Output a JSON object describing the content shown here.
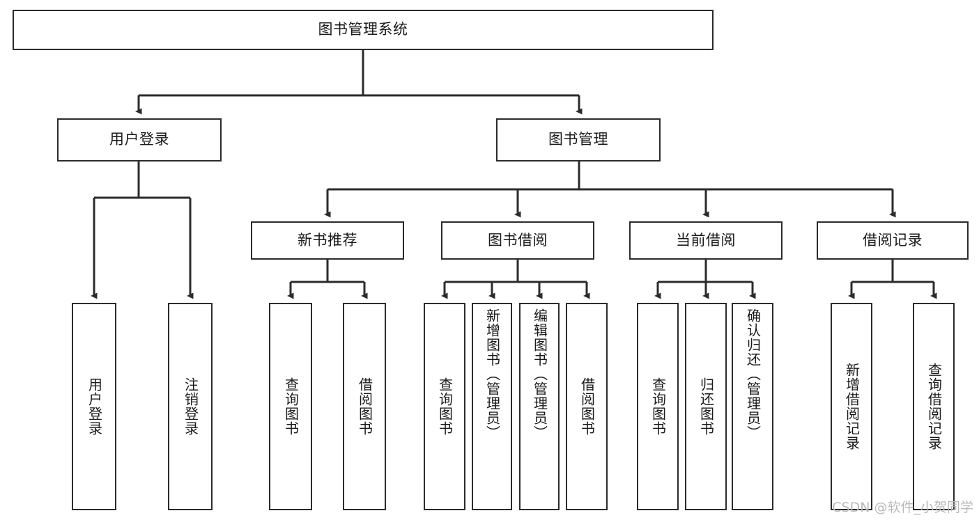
{
  "diagram": {
    "title": "图书管理系统",
    "type": "tree-hierarchy-chart",
    "line_color": "#2b2b2b",
    "background_color": "#ffffff",
    "root": {
      "id": "root",
      "label": "图书管理系统",
      "orientation": "horizontal"
    },
    "level2": [
      {
        "id": "user-login",
        "label": "用户登录",
        "orientation": "horizontal"
      },
      {
        "id": "book-manage",
        "label": "图书管理",
        "orientation": "horizontal"
      }
    ],
    "level3": [
      {
        "id": "new-book-rec",
        "label": "新书推荐",
        "orientation": "horizontal",
        "parent": "book-manage"
      },
      {
        "id": "book-borrow",
        "label": "图书借阅",
        "orientation": "horizontal",
        "parent": "book-manage"
      },
      {
        "id": "current-borrow",
        "label": "当前借阅",
        "orientation": "horizontal",
        "parent": "book-manage"
      },
      {
        "id": "borrow-record",
        "label": "借阅记录",
        "orientation": "horizontal",
        "parent": "book-manage"
      }
    ],
    "leaves": [
      {
        "id": "leaf-user-login",
        "label": "用户登录",
        "parent": "user-login"
      },
      {
        "id": "leaf-logout",
        "label": "注销登录",
        "parent": "user-login"
      },
      {
        "id": "leaf-query-book-rec",
        "label": "查询图书",
        "parent": "new-book-rec"
      },
      {
        "id": "leaf-borrow-book-rec",
        "label": "借阅图书",
        "parent": "new-book-rec"
      },
      {
        "id": "leaf-query-book-borrow",
        "label": "查询图书",
        "parent": "book-borrow"
      },
      {
        "id": "leaf-add-book",
        "label": "新增图书（管理员）",
        "parent": "book-borrow"
      },
      {
        "id": "leaf-edit-book",
        "label": "编辑图书（管理员）",
        "parent": "book-borrow"
      },
      {
        "id": "leaf-borrow-book",
        "label": "借阅图书",
        "parent": "book-borrow"
      },
      {
        "id": "leaf-query-book-current",
        "label": "查询图书",
        "parent": "current-borrow"
      },
      {
        "id": "leaf-return-book",
        "label": "归还图书",
        "parent": "current-borrow"
      },
      {
        "id": "leaf-confirm-return",
        "label": "确认归还（管理员）",
        "parent": "current-borrow"
      },
      {
        "id": "leaf-add-record",
        "label": "新增借阅记录",
        "parent": "borrow-record"
      },
      {
        "id": "leaf-query-record",
        "label": "查询借阅记录",
        "parent": "borrow-record"
      }
    ]
  },
  "watermark": {
    "text": "CSDN @软件_小贺同学"
  }
}
